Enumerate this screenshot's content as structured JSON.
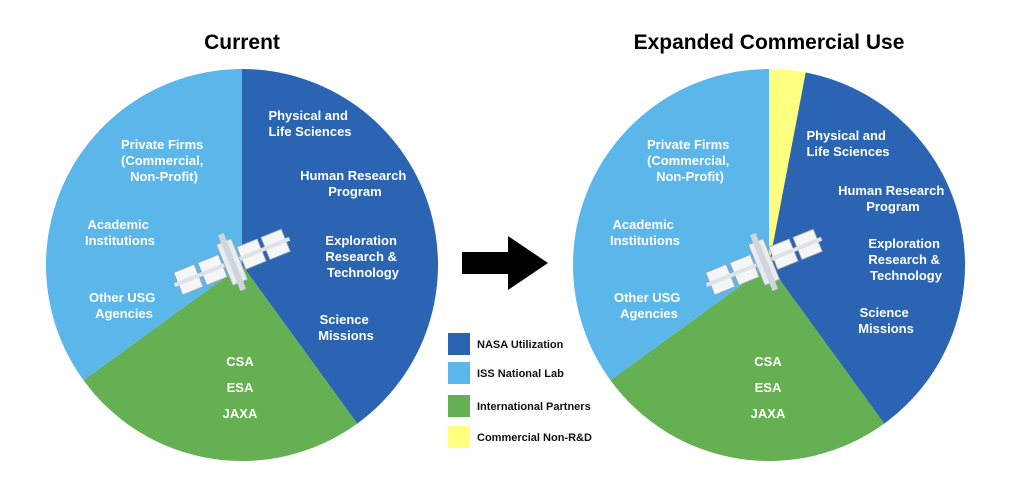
{
  "chart_data": [
    {
      "type": "pie",
      "title": "Current",
      "slices": [
        {
          "category": "NASA Utilization",
          "value": 40,
          "color": "#2a64b2",
          "labels": [
            [
              "Physical and",
              "Life Sciences"
            ],
            [
              "Human Research",
              "Program"
            ],
            [
              "Exploration",
              "Research &",
              "Technology"
            ],
            [
              "Science",
              "Missions"
            ]
          ]
        },
        {
          "category": "International Partners",
          "value": 25,
          "color": "#64b053",
          "labels": [
            [
              "CSA"
            ],
            [
              "ESA"
            ],
            [
              "JAXA"
            ]
          ]
        },
        {
          "category": "ISS National Lab",
          "value": 35,
          "color": "#5bb7ea",
          "labels": [
            [
              "Other USG",
              "Agencies"
            ],
            [
              "Academic",
              "Institutions"
            ],
            [
              "Private Firms",
              "(Commercial,",
              "Non-Profit)"
            ]
          ]
        }
      ]
    },
    {
      "type": "pie",
      "title": "Expanded Commercial Use",
      "slices": [
        {
          "category": "Commercial Non-R&D",
          "value": 3,
          "color": "#ffff80",
          "labels": []
        },
        {
          "category": "NASA Utilization",
          "value": 37,
          "color": "#2a64b2",
          "labels": [
            [
              "Physical and",
              "Life Sciences"
            ],
            [
              "Human Research",
              "Program"
            ],
            [
              "Exploration",
              "Research &",
              "Technology"
            ],
            [
              "Science",
              "Missions"
            ]
          ]
        },
        {
          "category": "International Partners",
          "value": 25,
          "color": "#64b053",
          "labels": [
            [
              "CSA"
            ],
            [
              "ESA"
            ],
            [
              "JAXA"
            ]
          ]
        },
        {
          "category": "ISS National Lab",
          "value": 35,
          "color": "#5bb7ea",
          "labels": [
            [
              "Other USG",
              "Agencies"
            ],
            [
              "Academic",
              "Institutions"
            ],
            [
              "Private Firms",
              "(Commercial,",
              "Non-Profit)"
            ]
          ]
        }
      ]
    }
  ],
  "legend": {
    "placement": "bottom-center",
    "items": [
      {
        "label": "NASA Utilization",
        "color": "#2a64b2"
      },
      {
        "label": "ISS National Lab",
        "color": "#5bb7ea"
      },
      {
        "label": "International Partners",
        "color": "#64b053"
      },
      {
        "label": "Commercial Non-R&D",
        "color": "#ffff80"
      }
    ]
  },
  "icons": {
    "center": "space-station-icon",
    "between": "right-arrow-icon"
  }
}
